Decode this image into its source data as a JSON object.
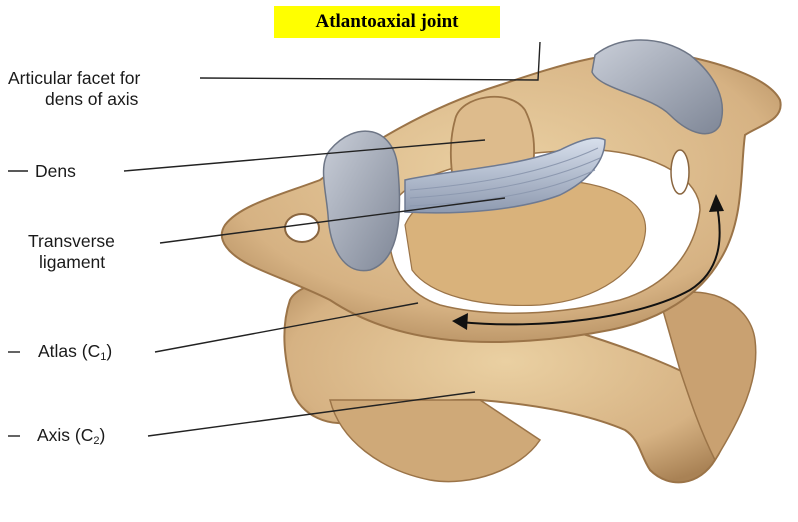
{
  "title": "Atlantoaxial joint",
  "labels": {
    "articular_facet_line1": "Articular facet for",
    "articular_facet_line2": "dens of axis",
    "dens": "Dens",
    "transverse_line1": "Transverse",
    "transverse_line2": "ligament",
    "atlas_prefix": "Atlas (C",
    "atlas_sub": "1",
    "atlas_suffix": ")",
    "axis_prefix": "Axis (C",
    "axis_sub": "2",
    "axis_suffix": ")"
  },
  "colors": {
    "title_background": "#ffff00",
    "bone": "#d9b889",
    "bone_shadow": "#b08a5a",
    "cartilage": "#9fa6b3",
    "ligament": "#b7c2d6",
    "leader_lines": "#222222"
  },
  "icons": [
    "rotation-arrow-icon"
  ]
}
